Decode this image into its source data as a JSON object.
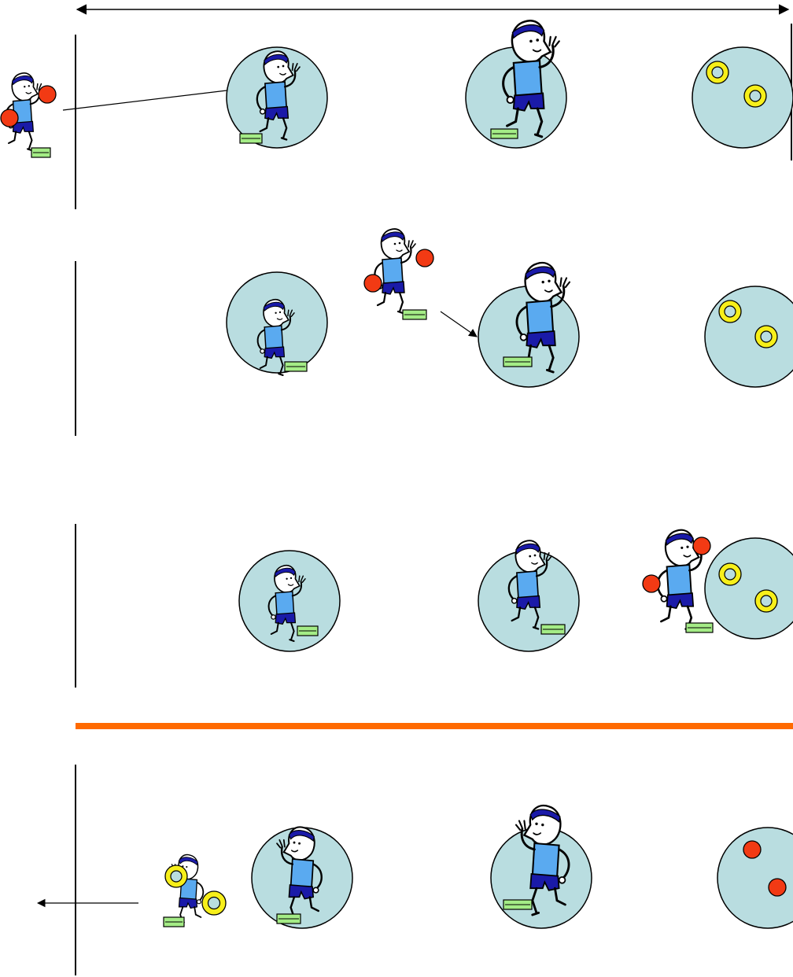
{
  "colors": {
    "circle_fill": "#b9dde0",
    "shirt": "#5aaaf0",
    "shorts": "#1a1aa8",
    "headband": "#1a1aa8",
    "ball": "#f23a14",
    "ring": "#f7ef1a",
    "ring_center": "#b9dde0",
    "step": "#a4ec86",
    "divider": "#ff6a00",
    "line": "#000000"
  },
  "icons": {
    "athlete": "athlete-stepping-icon",
    "ball": "red-ball-icon",
    "ring": "yellow-ring-icon",
    "step": "green-step-block-icon",
    "station": "station-circle-icon"
  },
  "rows": [
    {
      "label": "row-1",
      "stations": [
        "athlete",
        "athlete",
        "rings"
      ],
      "mover": "ball-carrier",
      "direction": "right"
    },
    {
      "label": "row-2",
      "stations": [
        "athlete",
        "athlete",
        "rings"
      ],
      "mover": "ball-carrier",
      "direction": "right"
    },
    {
      "label": "row-3",
      "stations": [
        "athlete",
        "athlete",
        "rings"
      ],
      "mover": "ball-carrier",
      "direction": "right"
    },
    {
      "label": "row-4",
      "stations": [
        "athlete",
        "athlete",
        "balls"
      ],
      "mover": "ring-carrier",
      "direction": "left"
    }
  ]
}
